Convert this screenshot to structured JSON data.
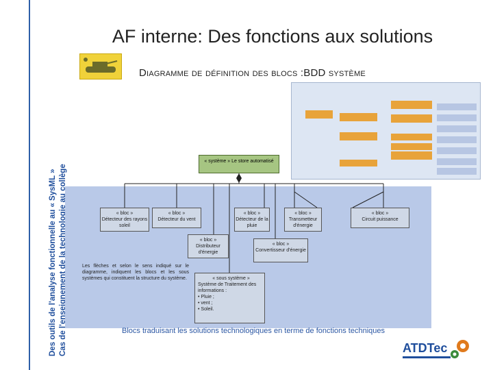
{
  "sidebar": {
    "line1": "Des outils de l'analyse fonctionnelle au « SysML »",
    "line2": "Cas de l'enseignement de la technologie au collège"
  },
  "title": "AF interne: Des fonctions aux solutions",
  "subtitle": "Diagramme de définition des blocs :BDD système",
  "system_block": {
    "stereotype": "« système »",
    "name": "Le store automatisé"
  },
  "blocks": [
    {
      "stereotype": "« bloc »",
      "name": "Détecteur des rayons soleil"
    },
    {
      "stereotype": "« bloc »",
      "name": "Détecteur du vent"
    },
    {
      "stereotype": "« bloc »",
      "name": "Détecteur de la pluie"
    },
    {
      "stereotype": "« bloc »",
      "name": "Transmetteur d'énergie"
    },
    {
      "stereotype": "« bloc »",
      "name": "Circuit puissance"
    },
    {
      "stereotype": "« bloc »",
      "name": "Distributeur d'énergie"
    },
    {
      "stereotype": "« bloc »",
      "name": "Convertisseur d'énergie"
    }
  ],
  "subsystem": {
    "stereotype": "« sous système »",
    "name": "Système de Traitement des informations :",
    "items": [
      "• Pluie ;",
      "• vent ;",
      "• Soleil."
    ]
  },
  "info_text": "Les flèches et selon le sens indiqué sur le diagramme, indiquent les blocs et les sous systèmes qui constituent la structure du système.",
  "caption": "Blocs traduisant les solutions technologiques en terme de fonctions techniques",
  "brand": "ATDTec",
  "colors": {
    "accent": "#2a56a3",
    "bdd_bg": "#b9c9e8",
    "system": "#a6c582",
    "logo_yellow": "#f0d23a"
  }
}
